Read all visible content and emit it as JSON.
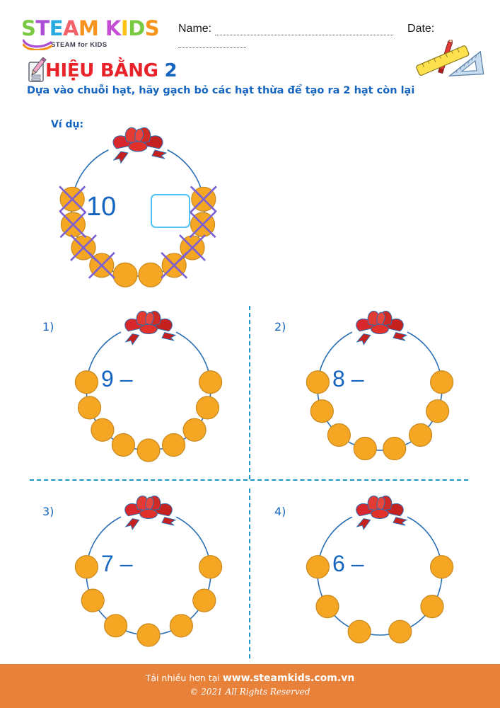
{
  "header": {
    "logo": {
      "letters": [
        {
          "ch": "S",
          "color": "#7AC943"
        },
        {
          "ch": "T",
          "color": "#A94FD3"
        },
        {
          "ch": "E",
          "color": "#29ABE2"
        },
        {
          "ch": "A",
          "color": "#F4636B"
        },
        {
          "ch": "M",
          "color": "#F7941E"
        },
        {
          "ch": " ",
          "color": "#ffffff"
        },
        {
          "ch": "K",
          "color": "#C44FD3"
        },
        {
          "ch": "I",
          "color": "#FFC20E"
        },
        {
          "ch": "D",
          "color": "#7AC943"
        },
        {
          "ch": "S",
          "color": "#F7941E"
        }
      ],
      "wordmark": "STEAM KIDS",
      "tagline": "STEAM for KIDS"
    },
    "name_label": "Name:",
    "date_label": "Date:",
    "name_value": "",
    "date_value": "",
    "name_placeholder": "",
    "date_placeholder": "",
    "tools_icon": "ruler-pencil-triangle-icon"
  },
  "title": {
    "icon": "notepad-pencil-icon",
    "main": "HIỆU BẰNG",
    "number": "2",
    "subtitle": "Dựa vào chuỗi hạt, hãy gạch bỏ các hạt thừa để tạo ra 2 hạt còn lại"
  },
  "example": {
    "label": "Ví dụ:",
    "number": "10",
    "operator": "",
    "total_beads": 10,
    "crossed_beads": 8,
    "remaining_beads": 2,
    "answer_value": ""
  },
  "questions": [
    {
      "index": "1)",
      "number": "9",
      "operator": "–",
      "total_beads": 9,
      "crossed_beads": 0,
      "answer_value": ""
    },
    {
      "index": "2)",
      "number": "8",
      "operator": "–",
      "total_beads": 8,
      "crossed_beads": 0,
      "answer_value": ""
    },
    {
      "index": "3)",
      "number": "7",
      "operator": "–",
      "total_beads": 7,
      "crossed_beads": 0,
      "answer_value": ""
    },
    {
      "index": "4)",
      "number": "6",
      "operator": "–",
      "total_beads": 6,
      "crossed_beads": 0,
      "answer_value": ""
    }
  ],
  "footer": {
    "prefix": "Tải nhiều hơn tại ",
    "site": "www.steamkids.com.vn",
    "copyright": "© 2021 All Rights Reserved"
  },
  "colors": {
    "bead_fill": "#F5A623",
    "bead_stroke": "#C8891F",
    "cross": "#7B5FD4",
    "string": "#2A6FB5",
    "blue_text": "#1565C0",
    "red_title": "#E8242A",
    "footer_bg": "#E8813A",
    "divider": "#2196C9",
    "answer_box_border": "#4FC3F7"
  }
}
